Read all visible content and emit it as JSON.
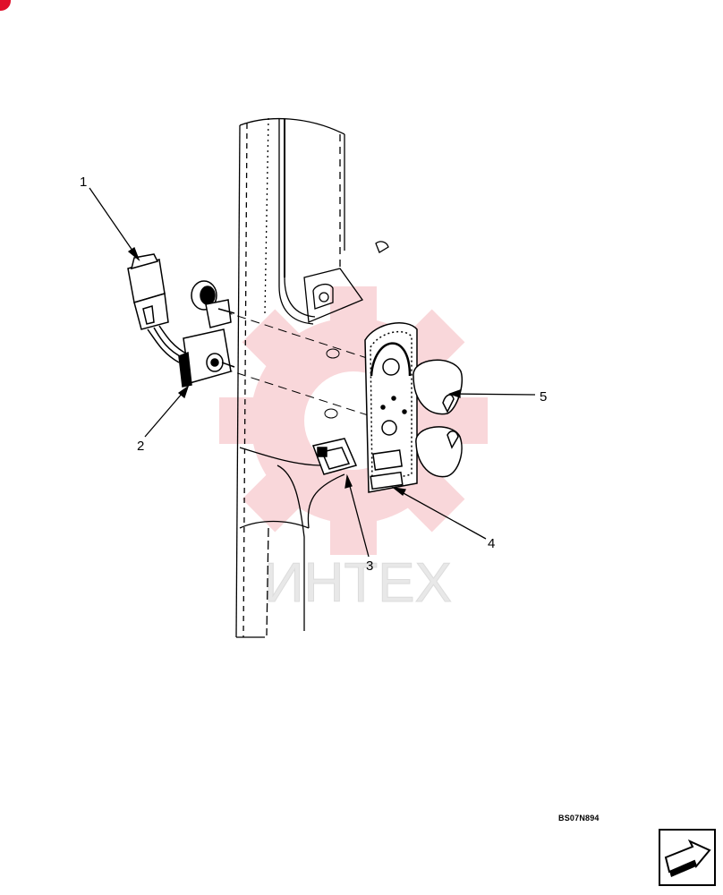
{
  "callouts": [
    {
      "id": "1",
      "label": "1"
    },
    {
      "id": "2",
      "label": "2"
    },
    {
      "id": "3",
      "label": "3"
    },
    {
      "id": "4",
      "label": "4"
    },
    {
      "id": "5",
      "label": "5"
    }
  ],
  "drawing_code": "BS07N894",
  "watermark": {
    "text": "ИНТЕХ",
    "color": "#f0a0a8"
  },
  "colors": {
    "line": "#000000",
    "corner_mark": "#e0102a",
    "watermark_gear": "#f5b8bd"
  },
  "icons": {
    "navigation": "next-page-arrow-icon",
    "watermark_logo": "gear-logo-icon"
  }
}
